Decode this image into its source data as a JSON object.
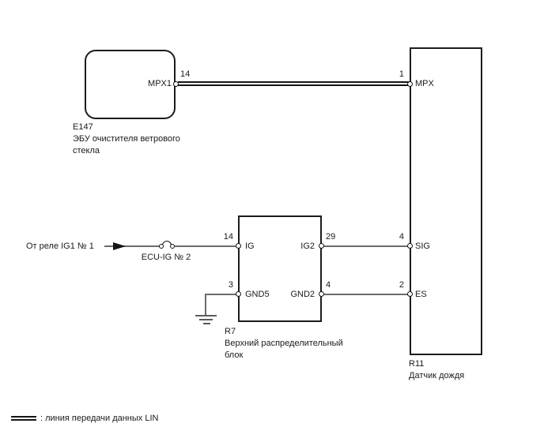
{
  "diagram": {
    "title_context": "wiring-diagram",
    "colors": {
      "line": "#1a1a1a",
      "wire": "#6b6b6b",
      "background": "#ffffff"
    },
    "source_feed": {
      "label": "От реле IG1 № 1"
    },
    "fuse": {
      "label": "ECU-IG № 2"
    },
    "e147": {
      "code": "E147",
      "desc_line1": "ЭБУ очистителя ветрового",
      "desc_line2": "стекла",
      "pin_mpx1": {
        "label": "MPX1",
        "number": "14"
      }
    },
    "r7": {
      "code": "R7",
      "desc_line1": "Верхний распределительный",
      "desc_line2": "блок",
      "pin_ig": {
        "label": "IG",
        "number": "14"
      },
      "pin_gnd5": {
        "label": "GND5",
        "number": "3"
      },
      "pin_ig2": {
        "label": "IG2",
        "number": "29"
      },
      "pin_gnd2": {
        "label": "GND2",
        "number": "4"
      }
    },
    "r11": {
      "code": "R11",
      "desc": "Датчик дождя",
      "pin_mpx": {
        "label": "MPX",
        "number": "1"
      },
      "pin_sig": {
        "label": "SIG",
        "number": "4"
      },
      "pin_es": {
        "label": "ES",
        "number": "2"
      }
    },
    "legend": {
      "label": ": линия передачи данных LIN",
      "symbol": "lin-double-line"
    }
  }
}
